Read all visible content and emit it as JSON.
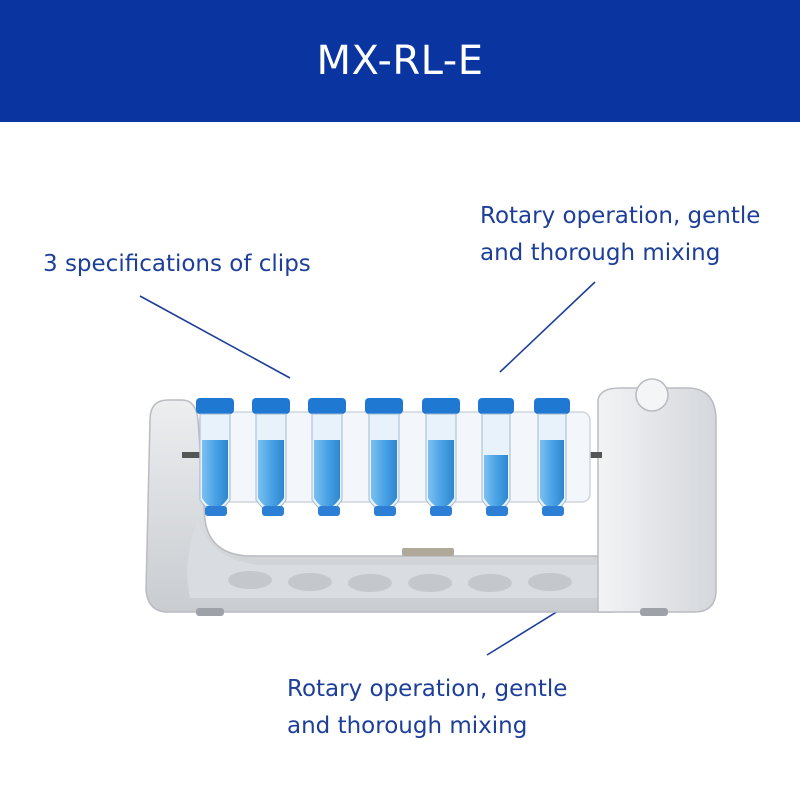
{
  "header": {
    "title": "MX-RL-E",
    "background_color": "#0a34a0"
  },
  "callouts": {
    "clips": {
      "line1": "3 specifications of clips"
    },
    "rotary_top": {
      "line1": "Rotary operation, gentle",
      "line2": "and thorough mixing"
    },
    "rotary_bottom": {
      "line1": "Rotary operation, gentle",
      "line2": "and thorough mixing"
    },
    "text_color": "#1d3f9a"
  },
  "product": {
    "tube_count": 7,
    "tube_cap_color": "#1f78d1",
    "liquid_color": "#4aa3e6",
    "body_color": "#dfe1e4"
  }
}
